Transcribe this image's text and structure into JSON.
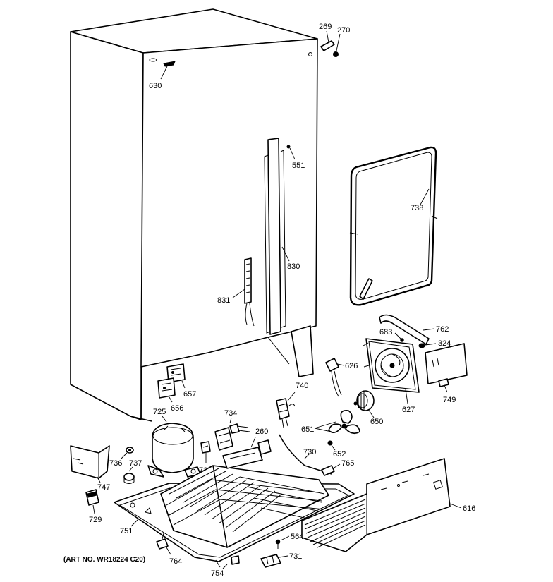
{
  "art_number": "(ART NO. WR18224 C20)",
  "parts": {
    "p269": "269",
    "p270": "270",
    "p630": "630",
    "p551": "551",
    "p738": "738",
    "p830": "830",
    "p831": "831",
    "p762": "762",
    "p683": "683",
    "p324": "324",
    "p626": "626",
    "p657": "657",
    "p656": "656",
    "p740": "740",
    "p725": "725",
    "p734": "734",
    "p260": "260",
    "p651": "651",
    "p650": "650",
    "p627": "627",
    "p749": "749",
    "p730": "730",
    "p652": "652",
    "p765": "765",
    "p736": "736",
    "p737": "737",
    "p733": "733",
    "p747": "747",
    "p616": "616",
    "p729": "729",
    "p751": "751",
    "p564": "564",
    "p731": "731",
    "p764": "764",
    "p754": "754"
  }
}
